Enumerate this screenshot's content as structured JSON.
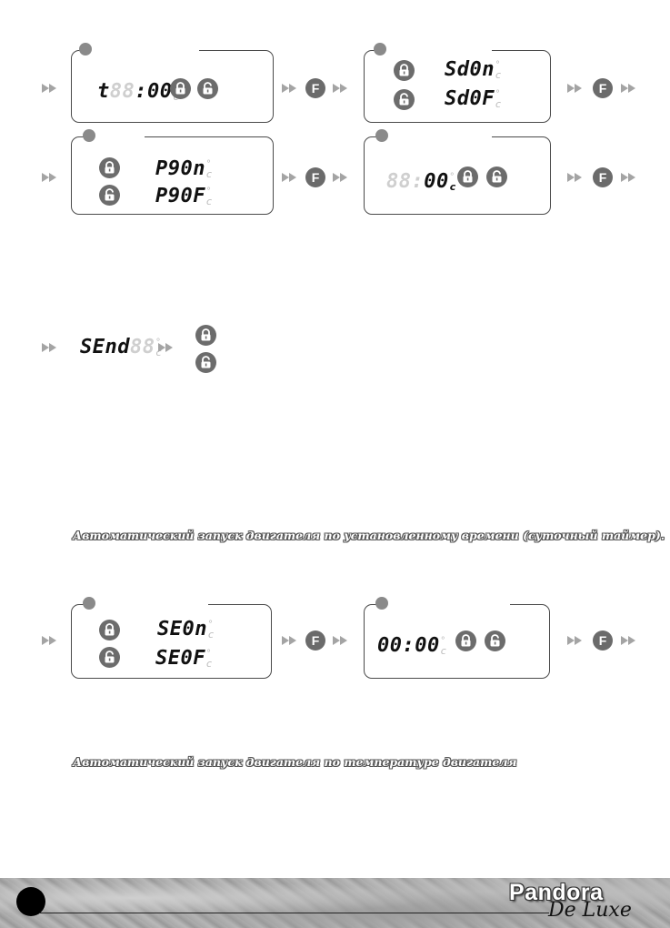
{
  "button": {
    "f_label": "F"
  },
  "icons": {
    "arrow": "double-arrow-right-icon",
    "lock": "lock-closed-icon",
    "unlock": "lock-open-icon",
    "f_button": "f-button-icon"
  },
  "colors": {
    "panel_border": "#4a4a4a",
    "arrow": "#a4a4a4",
    "button": "#6b6b6b",
    "lcd_text": "#111111",
    "lcd_ghost": "#cfcfcf"
  },
  "panel1": {
    "main": "t",
    "ghost": "88",
    "sep": ":",
    "main2": "00",
    "deg": "°",
    "c": "c"
  },
  "panel2": {
    "row1": {
      "main": "Sd0n",
      "deg": "°",
      "c": "c"
    },
    "row2": {
      "main": "Sd0F",
      "deg": "°",
      "c": "c"
    }
  },
  "panel3": {
    "row1": {
      "main": "P90n",
      "deg": "°",
      "c": "c"
    },
    "row2": {
      "main": "P90F",
      "deg": "°",
      "c": "c"
    }
  },
  "panel4": {
    "ghost": "88:",
    "main": "00",
    "deg": "°",
    "c": "c"
  },
  "send": {
    "main": "SEnd",
    "ghost": "88",
    "deg": "°",
    "c": "c"
  },
  "captions": {
    "timer": "Автоматический запуск двигателя по установленному времени (суточный таймер).",
    "temperature": "Автоматический запуск двигателя по температуре двигателя"
  },
  "panel5": {
    "row1": {
      "main": "SE0n",
      "deg": "°",
      "c": "c"
    },
    "row2": {
      "main": "SE0F",
      "deg": "°",
      "c": "c"
    }
  },
  "panel6": {
    "main": "00:00",
    "deg": "°",
    "c": "c"
  },
  "footer": {
    "brand": "Pandora",
    "brand_sub": "De Luxe"
  }
}
